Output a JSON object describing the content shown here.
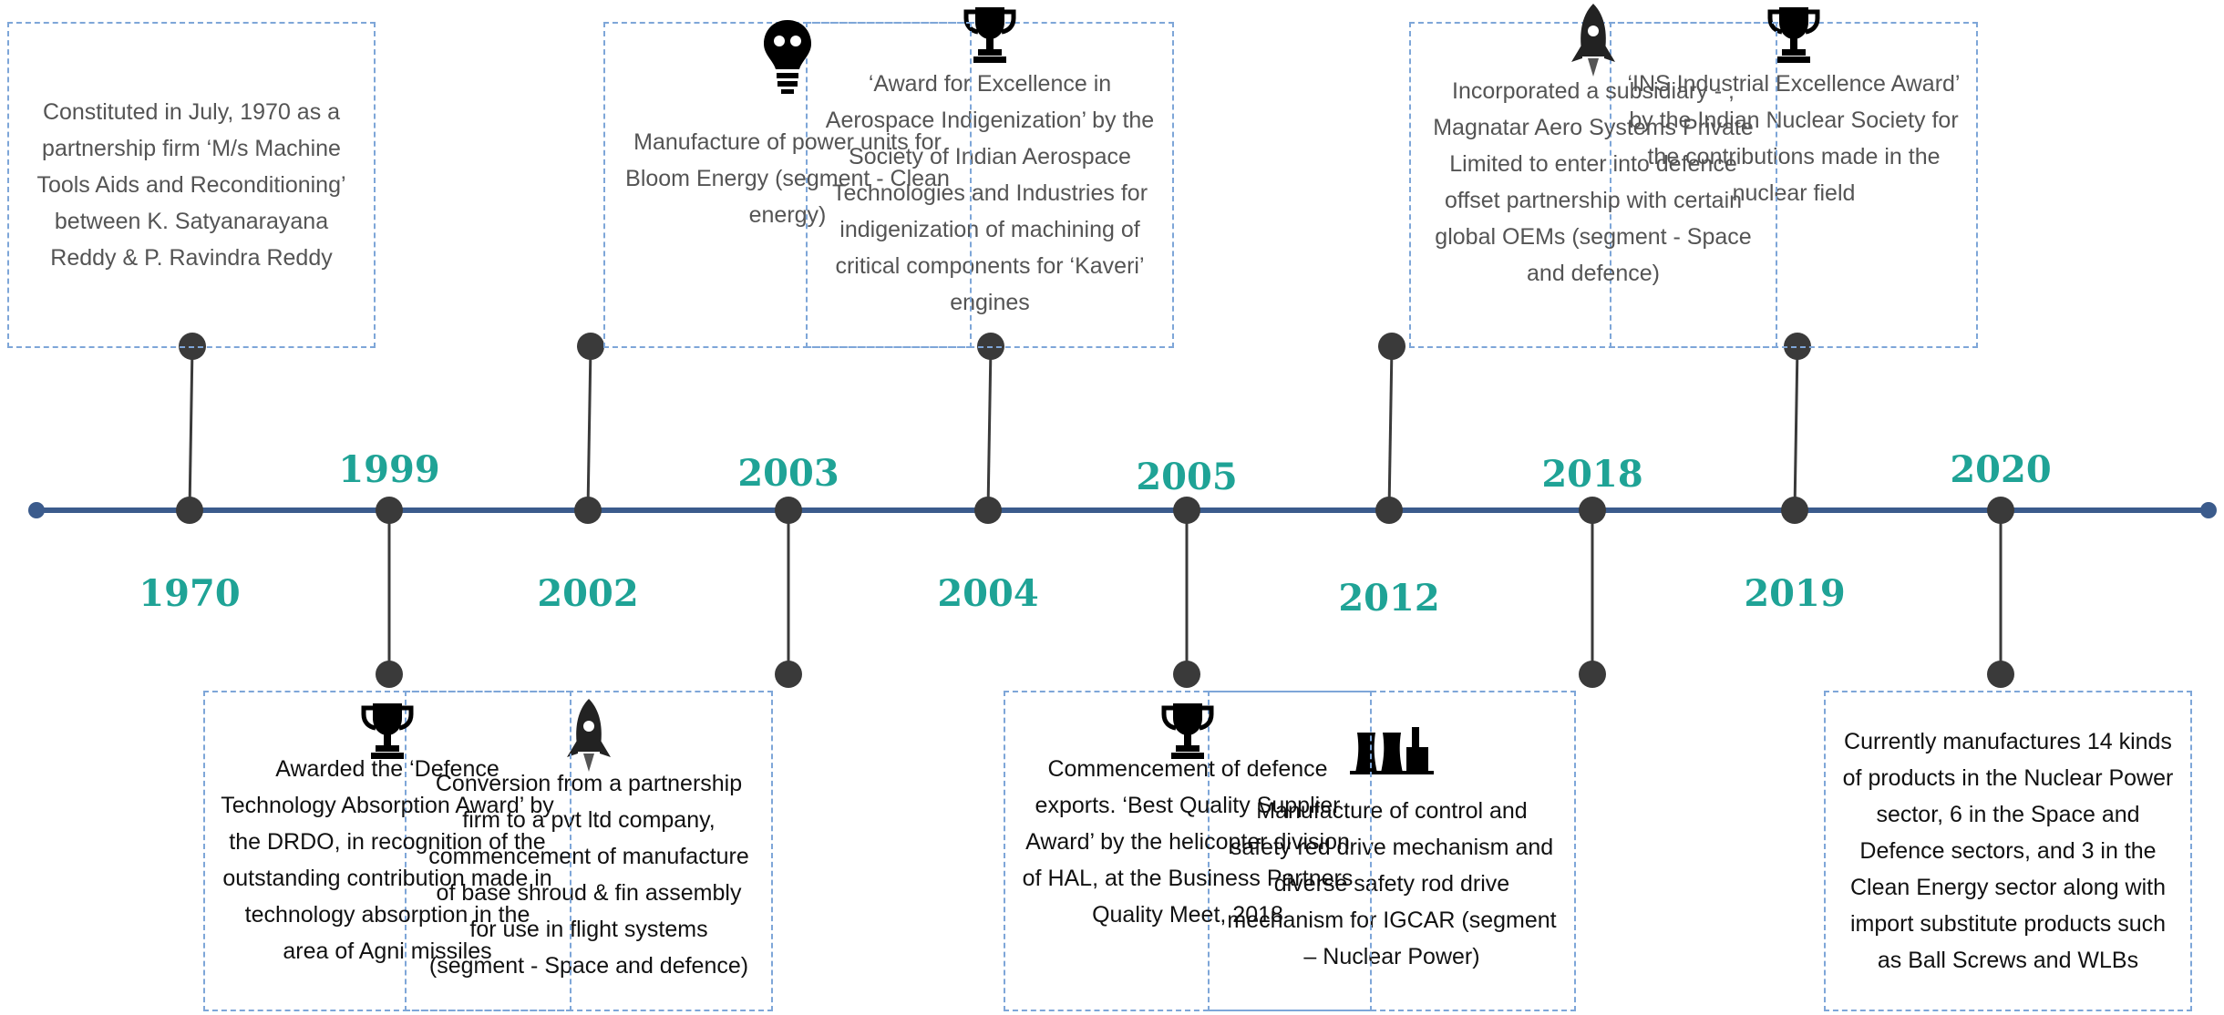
{
  "colors": {
    "year": "#1fa396",
    "axis": "#3b5b8c",
    "dot": "#3a3a3a",
    "box_border": "#7ea6d8",
    "top_text": "#545454",
    "bottom_text": "#111111"
  },
  "events": [
    {
      "year": "1970",
      "position": "top",
      "icon": "none",
      "text": "Constituted in July, 1970 as a partnership firm ‘M/s Machine Tools Aids and Reconditioning’ between K. Satyanarayana Reddy & P. Ravindra Reddy"
    },
    {
      "year": "1999",
      "position": "bottom",
      "icon": "rocket-icon",
      "text": "Conversion from a partnership firm to a pvt ltd company, commencement of manufacture of base shroud & fin assembly  for use in flight systems (segment - Space and defence)"
    },
    {
      "year": "2002",
      "position": "top",
      "icon": "trophy-icon",
      "text": "‘Award for Excellence in Aerospace Indigenization’ by the Society of Indian Aerospace Technologies and Industries for indigenization of machining of critical components for ‘Kaveri’ engines"
    },
    {
      "year": "2003",
      "position": "bottom",
      "icon": "power-plant-icon",
      "text": "Manufacture of control and safety red drive mechanism and diverse safety rod drive mechanism for IGCAR (segment – Nuclear Power)"
    },
    {
      "year": "2004",
      "position": "top",
      "icon": "trophy-icon",
      "text": "‘INS Industrial Excellence Award’ by the Indian Nuclear Society for the contributions made in the nuclear field"
    },
    {
      "year": "2005",
      "position": "bottom",
      "icon": "trophy-icon",
      "text": "Awarded the ‘Defence Technology Absorption Award’ by the DRDO, in recognition of the outstanding contribution made in technology absorption in the area of Agni missiles"
    },
    {
      "year": "2012",
      "position": "top",
      "icon": "lightbulb-icon",
      "text": "Manufacture of power units for Bloom Energy (segment - Clean energy)"
    },
    {
      "year": "2018",
      "position": "bottom",
      "icon": "trophy-icon",
      "text": "Commencement of defence exports. ‘Best Quality Supplier Award’ by the helicopter division of HAL, at the Business Partners Quality Meet, 2018"
    },
    {
      "year": "2019",
      "position": "top",
      "icon": "rocket-icon",
      "text": "Incorporated a subsidiary - , Magnatar Aero Systems Private Limited to enter into defence offset partnership with certain global OEMs (segment - Space and defence)"
    },
    {
      "year": "2020",
      "position": "bottom",
      "icon": "none",
      "text": "Currently manufactures 14 kinds of products in the Nuclear Power sector, 6 in the Space and Defence sectors, and 3 in the Clean Energy sector along with import substitute products such as Ball Screws and WLBs"
    }
  ]
}
